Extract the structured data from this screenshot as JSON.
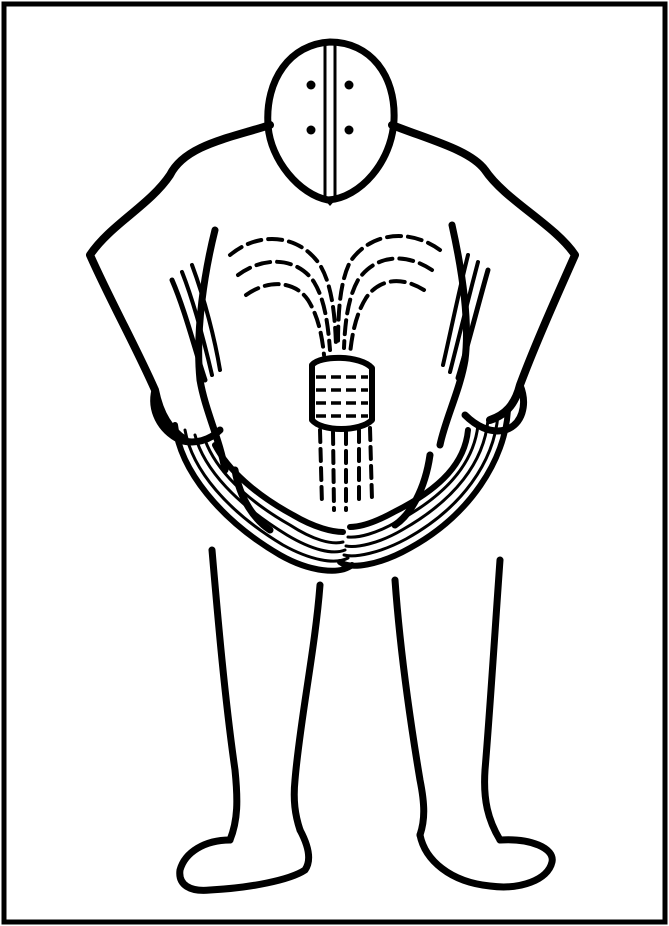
{
  "figure": {
    "subject": "",
    "colors": {
      "ink": "#000000",
      "paper": "#ffffff"
    },
    "icons": [
      "frame-border",
      "head-mask",
      "torso-outline",
      "left-arm",
      "right-arm",
      "left-rope-coil",
      "right-rope-coil",
      "dashed-rope-fountain",
      "rope-knot-wrap",
      "dashed-rope-tails",
      "left-leg",
      "right-leg",
      "left-boot",
      "right-boot"
    ]
  }
}
